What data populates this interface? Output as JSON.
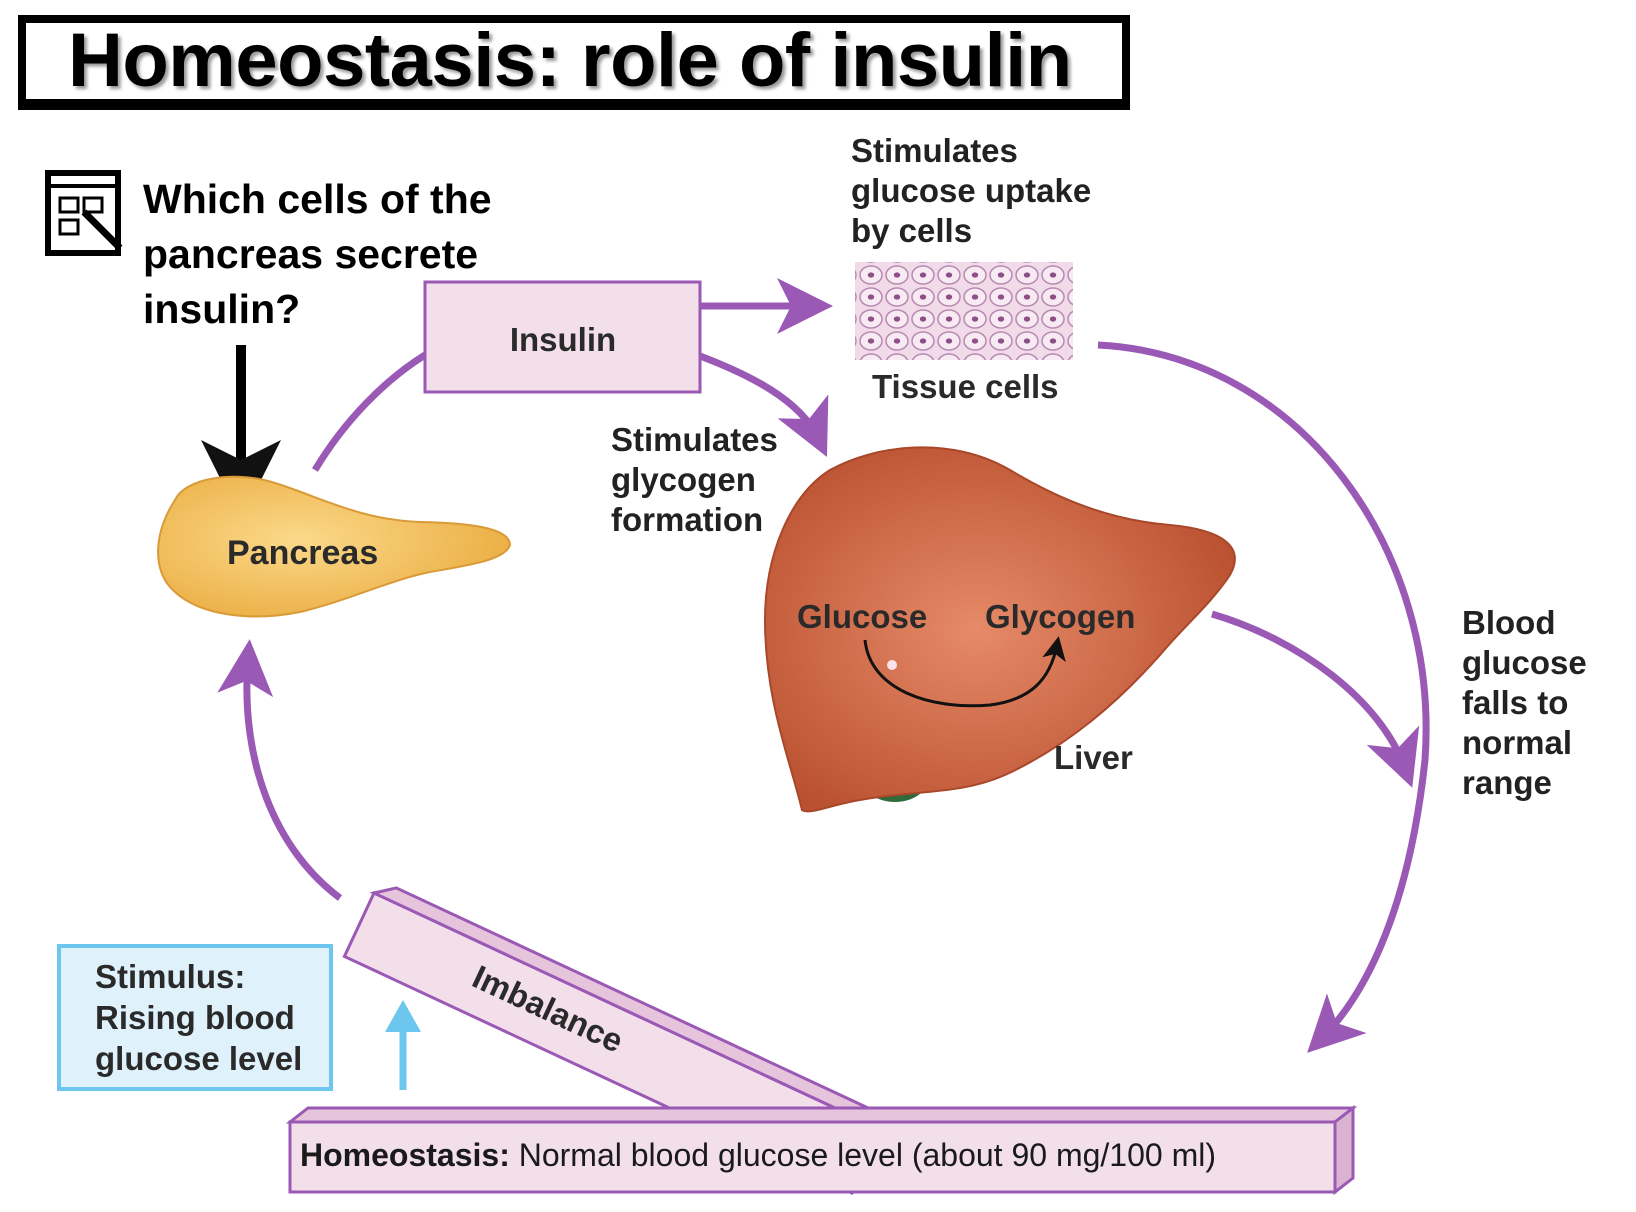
{
  "title": "Homeostasis: role of insulin",
  "question": {
    "icon": "worksheet-pencil-icon",
    "text": "Which cells of the pancreas secrete insulin?"
  },
  "labels": {
    "insulin": "Insulin",
    "stimulates_uptake": "Stimulates glucose uptake by cells",
    "tissue_cells": "Tissue cells",
    "stimulates_glycogen": "Stimulates glycogen formation",
    "pancreas": "Pancreas",
    "glucose": "Glucose",
    "glycogen": "Glycogen",
    "liver": "Liver",
    "blood_falls": "Blood glucose falls to normal range",
    "stimulus": "Stimulus: Rising blood glucose level",
    "imbalance": "Imbalance",
    "homeostasis_label": "Homeostasis:",
    "homeostasis_value": "Normal blood glucose level (about 90 mg/100 ml)"
  },
  "colors": {
    "arrow_purple": "#9b59b6",
    "box_fill_pink": "#f2dfea",
    "liver": "#c8613f",
    "pancreas": "#f3c157",
    "stimulus_blue": "#6cc6ee"
  }
}
